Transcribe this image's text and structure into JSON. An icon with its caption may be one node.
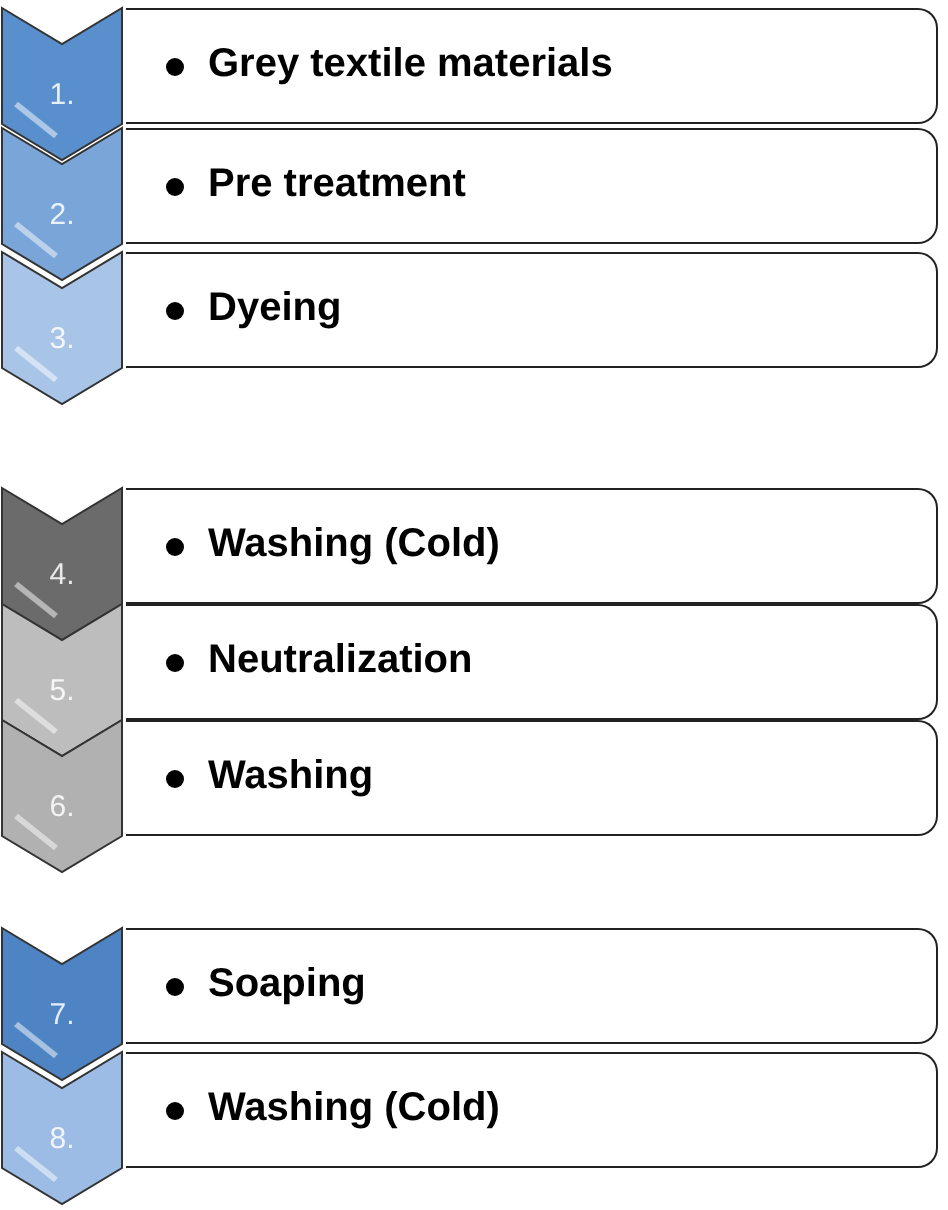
{
  "diagram": {
    "nodes": [
      {
        "text": [
          "1."
        ]
      },
      {
        "text": [
          "Grey textile materials"
        ]
      },
      {
        "text": [
          "2."
        ]
      },
      {
        "text": [
          "Pre treatment"
        ]
      },
      {
        "text": [
          "3."
        ]
      },
      {
        "text": [
          "Dyeing"
        ]
      },
      {
        "text": [
          "4."
        ]
      },
      {
        "text": [
          "Washing (Cold)"
        ]
      },
      {
        "text": [
          "5."
        ]
      },
      {
        "text": [
          "Neutralization"
        ]
      },
      {
        "text": [
          "6."
        ]
      },
      {
        "text": [
          "Washing"
        ]
      },
      {
        "text": [
          "7."
        ]
      },
      {
        "text": [
          "Soaping"
        ]
      },
      {
        "text": [
          "8."
        ]
      },
      {
        "text": [
          "Washing (Cold)"
        ]
      }
    ]
  }
}
